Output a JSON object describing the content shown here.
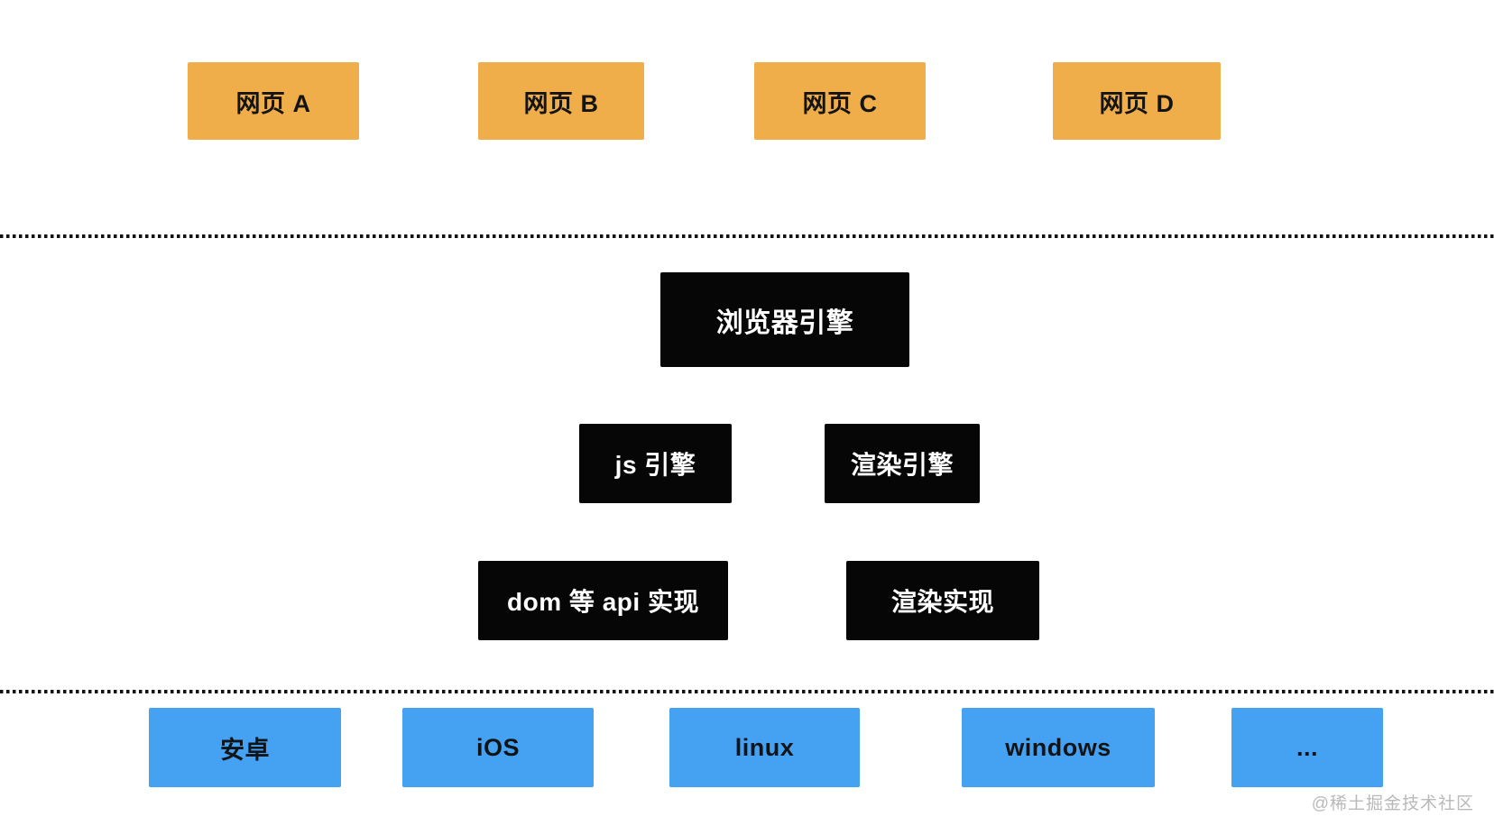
{
  "layers": {
    "web_pages": {
      "items": [
        {
          "label": "网页 A"
        },
        {
          "label": "网页 B"
        },
        {
          "label": "网页 C"
        },
        {
          "label": "网页 D"
        }
      ]
    },
    "browser": {
      "engine": {
        "label": "浏览器引擎"
      },
      "sub_engines": [
        {
          "label": "js 引擎"
        },
        {
          "label": "渲染引擎"
        }
      ],
      "implementations": [
        {
          "label": "dom 等 api 实现"
        },
        {
          "label": "渲染实现"
        }
      ]
    },
    "os": {
      "items": [
        {
          "label": "安卓"
        },
        {
          "label": "iOS"
        },
        {
          "label": "linux"
        },
        {
          "label": "windows"
        },
        {
          "label": "..."
        }
      ]
    }
  },
  "watermark": {
    "text": "@稀土掘金技术社区"
  },
  "colors": {
    "web_page_box": "#f0ae4a",
    "engine_box": "#060606",
    "os_box": "#45a1f1",
    "dotted_line": "#121212",
    "watermark": "#b9b9b9"
  }
}
